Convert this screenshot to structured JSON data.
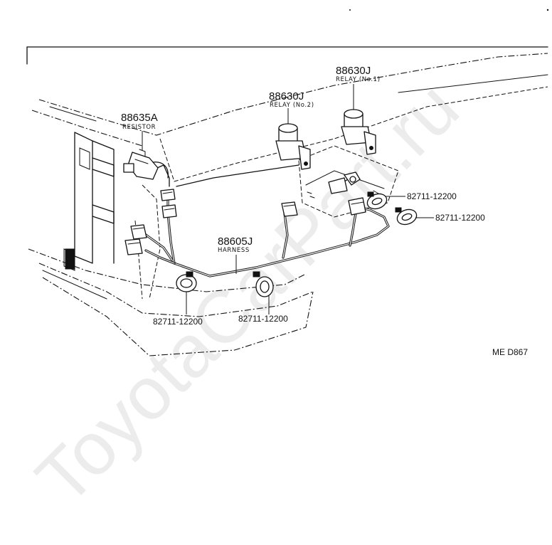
{
  "diagram": {
    "border_code": "ME D867",
    "watermark": "ToyotaCarPart.ru",
    "parts": [
      {
        "id": "resistor",
        "number": "88635A",
        "name": "RESISTOR"
      },
      {
        "id": "relay2",
        "number": "88630J",
        "name": "RELAY (No.2)"
      },
      {
        "id": "relay1",
        "number": "88630J",
        "name": "RELAY (No.1)"
      },
      {
        "id": "harness",
        "number": "88605J",
        "name": "HARNESS"
      },
      {
        "id": "clamp_right_upper",
        "number": "82711-12200"
      },
      {
        "id": "clamp_right_lower",
        "number": "82711-12200"
      },
      {
        "id": "clamp_bottom_left",
        "number": "82711-12200"
      },
      {
        "id": "clamp_bottom_mid",
        "number": "82711-12200"
      }
    ]
  }
}
